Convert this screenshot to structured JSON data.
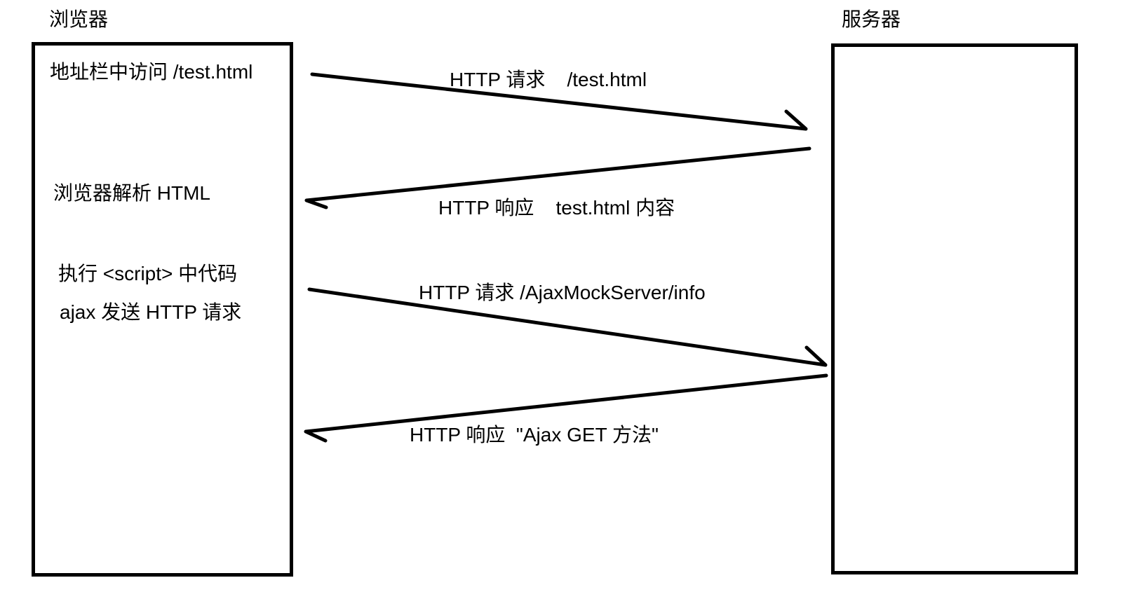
{
  "diagram": {
    "background_color": "#ffffff",
    "line_color": "#000000",
    "browser": {
      "title": "浏览器",
      "steps": [
        "地址栏中访问 /test.html",
        "浏览器解析 HTML",
        "执行 <script> 中代码",
        "ajax 发送 HTTP 请求"
      ]
    },
    "server": {
      "title": "服务器"
    },
    "messages": [
      {
        "direction": "browser-to-server",
        "label": "HTTP 请求    /test.html"
      },
      {
        "direction": "server-to-browser",
        "label": "HTTP 响应    test.html 内容"
      },
      {
        "direction": "browser-to-server",
        "label": "HTTP 请求 /AjaxMockServer/info"
      },
      {
        "direction": "server-to-browser",
        "label": "HTTP 响应  \"Ajax GET 方法\""
      }
    ]
  }
}
